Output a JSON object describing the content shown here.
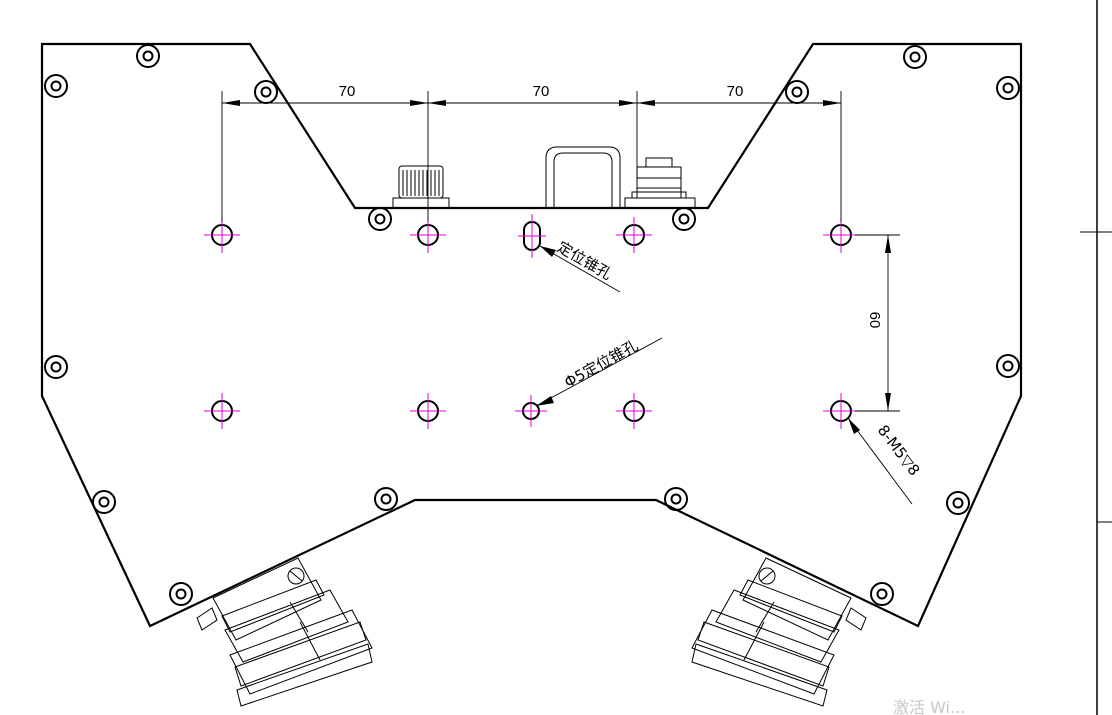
{
  "dimensions": {
    "pitch_left": "70",
    "pitch_center": "70",
    "pitch_right": "70",
    "row_spacing": "60"
  },
  "notes": {
    "locating_slot": "定位锥孔",
    "locating_hole": "Φ5定位锥孔",
    "thread_spec": "8-M5▽8"
  },
  "watermark": "激活 Wi..."
}
